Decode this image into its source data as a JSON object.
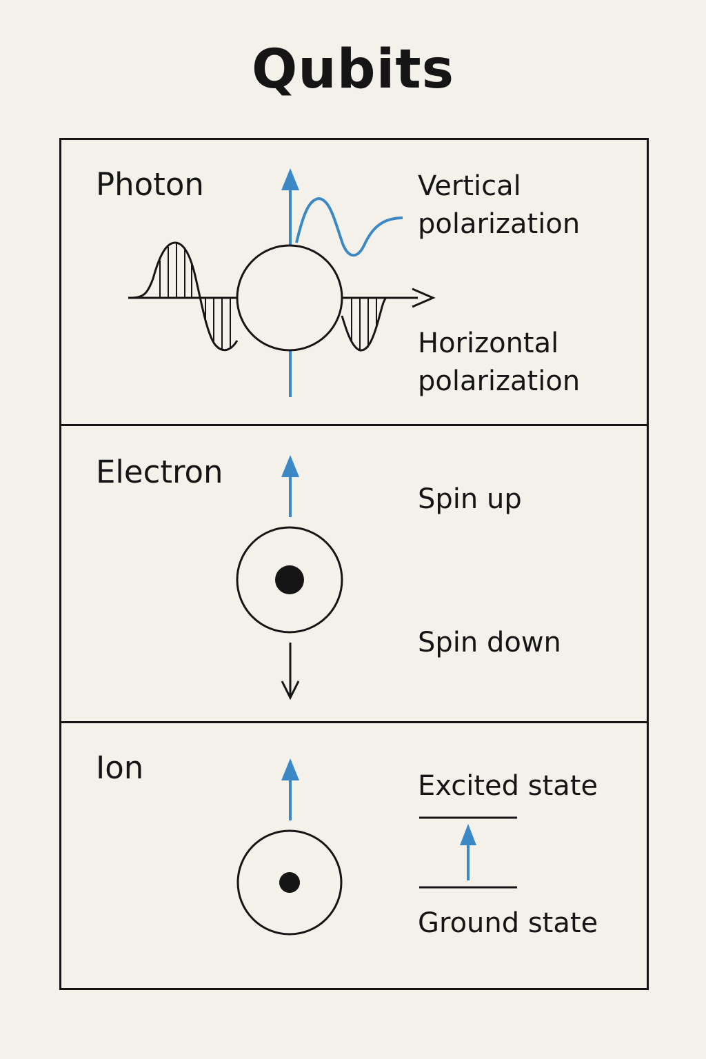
{
  "title": "Qubits",
  "colors": {
    "background": "#f4f1ea",
    "ink": "#151515",
    "accent_blue": "#3a88c5"
  },
  "sections": {
    "photon": {
      "label": "Photon",
      "top_state": "Vertical\npolarization",
      "bottom_state": "Horizontal\npolarization"
    },
    "electron": {
      "label": "Electron",
      "top_state": "Spin up",
      "bottom_state": "Spin down"
    },
    "ion": {
      "label": "Ion",
      "top_state": "Excited state",
      "bottom_state": "Ground state"
    }
  }
}
